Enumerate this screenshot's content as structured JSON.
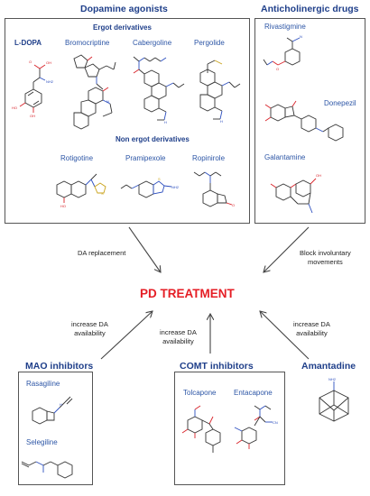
{
  "headings": {
    "dopamine_agonists": "Dopamine agonists",
    "anticholinergic": "Anticholinergic drugs",
    "mao": "MAO inhibitors",
    "comt": "COMT inhibitors",
    "amantadine": "Amantadine"
  },
  "subheadings": {
    "ergot": "Ergot derivatives",
    "non_ergot": "Non ergot derivatives"
  },
  "drugs": {
    "ldopa": "L-DOPA",
    "bromocriptine": "Bromocriptine",
    "cabergoline": "Cabergoline",
    "pergolide": "Pergolide",
    "rotigotine": "Rotigotine",
    "pramipexole": "Pramipexole",
    "ropinirole": "Ropinirole",
    "rivastigmine": "Rivastigmine",
    "donepezil": "Donepezil",
    "galantamine": "Galantamine",
    "rasagiline": "Rasagiline",
    "selegiline": "Selegiline",
    "tolcapone": "Tolcapone",
    "entacapone": "Entacapone"
  },
  "center_title": "PD TREATMENT",
  "arrow_labels": {
    "da_replacement": "DA replacement",
    "block_line1": "Block involuntary",
    "block_line2": "movements",
    "left_line1": "increase DA",
    "left_line2": "availability",
    "mid_line1": "increase DA",
    "mid_line2": "availability",
    "right_line1": "increase DA",
    "right_line2": "availability"
  },
  "atom_labels": {
    "oh": "OH",
    "ho": "HO",
    "o": "O",
    "n": "N",
    "nh2": "NH2",
    "h": "H",
    "s": "S",
    "cn": "CN"
  },
  "colors": {
    "heading_blue": "#1f3f8a",
    "drug_blue": "#2d56a6",
    "title_red": "#e51e25",
    "box_border": "#555555"
  }
}
